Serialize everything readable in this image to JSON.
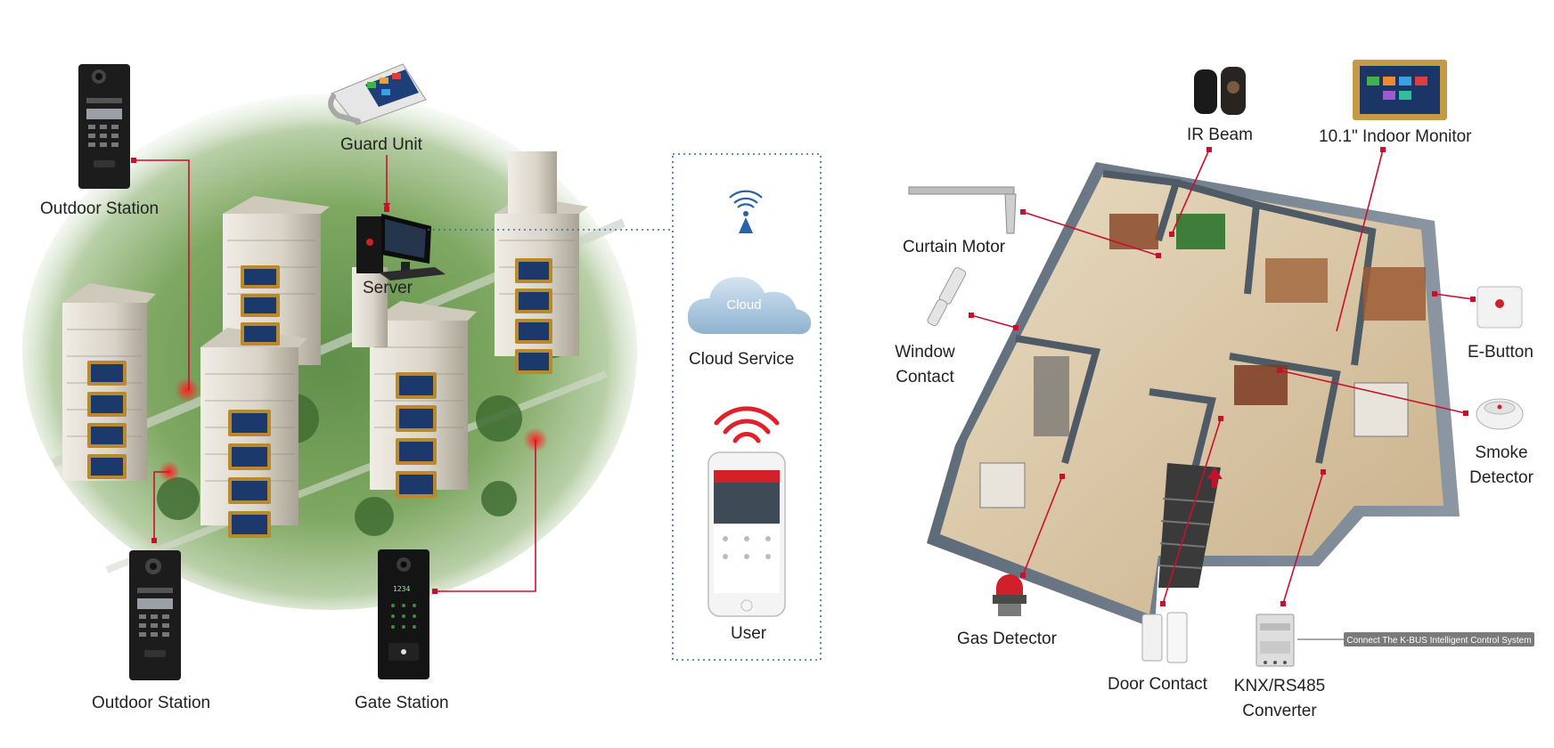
{
  "labels": {
    "outdoor_station_top": "Outdoor Station",
    "guard_unit": "Guard Unit",
    "server": "Server",
    "outdoor_station_bottom": "Outdoor Station",
    "gate_station": "Gate Station",
    "cloud_word": "Cloud",
    "cloud_service": "Cloud Service",
    "user": "User",
    "ir_beam": "IR Beam",
    "indoor_monitor": "10.1\" Indoor Monitor",
    "curtain_motor": "Curtain Motor",
    "window_contact_1": "Window",
    "window_contact_2": "Contact",
    "e_button": "E-Button",
    "smoke_detector_1": "Smoke",
    "smoke_detector_2": "Detector",
    "gas_detector": "Gas Detector",
    "door_contact": "Door Contact",
    "converter_1": "KNX/RS485",
    "converter_2": "Converter",
    "kbus_banner": "Connect The K-BUS Intelligent Control System",
    "keypad_code": "1234"
  },
  "colors": {
    "connector": "#c8102e",
    "dotted_frame": "#2c6fa8",
    "wifi": "#e0202a",
    "panel_dark": "#1c1c1c",
    "cloud": "#a9c7df",
    "banner": "#7a7a7a"
  },
  "icons": [
    "outdoor-station-icon",
    "guard-unit-icon",
    "server-computer-icon",
    "gate-station-icon",
    "antenna-icon",
    "cloud-icon",
    "wifi-icon",
    "smartphone-icon",
    "ir-beam-icon",
    "indoor-monitor-icon",
    "curtain-motor-icon",
    "window-contact-icon",
    "e-button-icon",
    "smoke-detector-icon",
    "gas-detector-icon",
    "door-contact-icon",
    "din-rail-converter-icon",
    "apartment-buildings-illustration",
    "house-floorplan-illustration"
  ]
}
